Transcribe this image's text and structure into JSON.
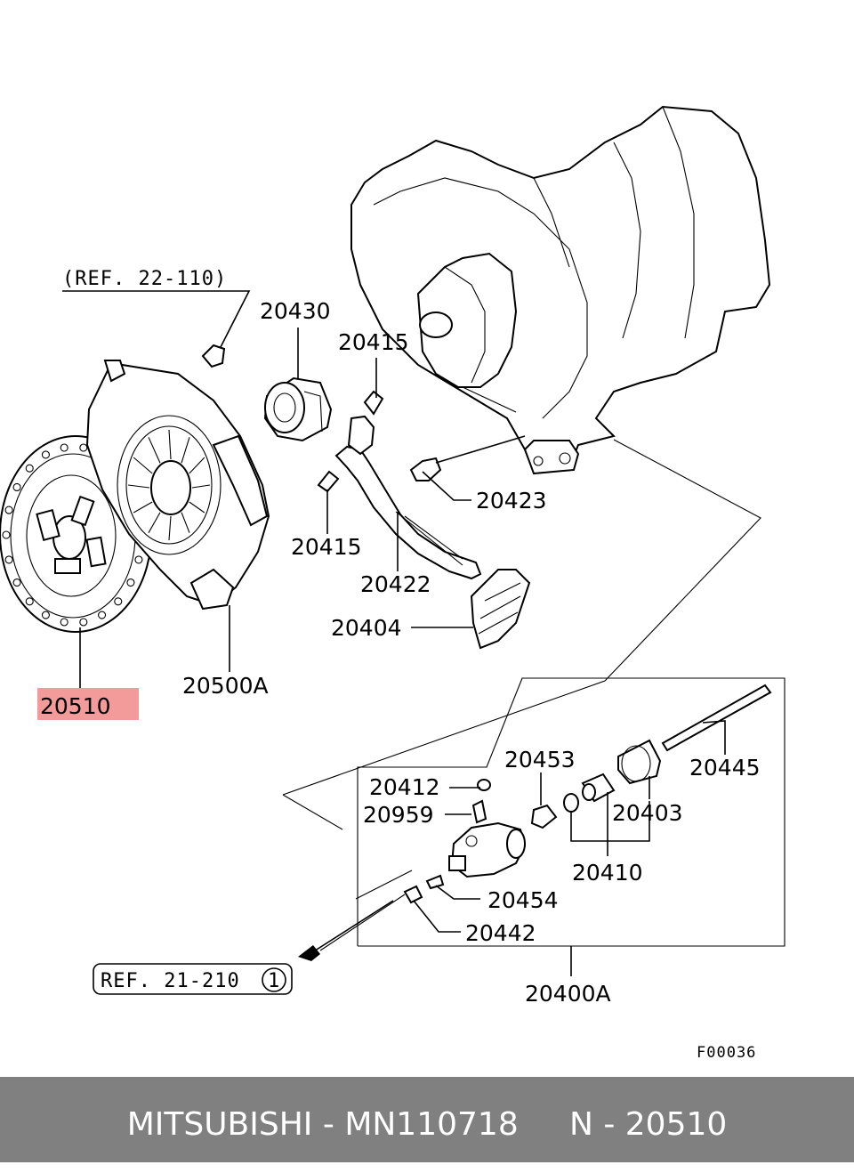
{
  "diagram": {
    "refs": {
      "ref_top": "(REF. 22-110)",
      "ref_bottom": "REF. 21-210",
      "ref_bottom_circle": "1"
    },
    "labels": {
      "p20430": "20430",
      "p20415a": "20415",
      "p20415b": "20415",
      "p20423": "20423",
      "p20422": "20422",
      "p20404": "20404",
      "p20500A": "20500A",
      "p20510": "20510",
      "p20453": "20453",
      "p20412": "20412",
      "p20959": "20959",
      "p20445": "20445",
      "p20403": "20403",
      "p20410": "20410",
      "p20454": "20454",
      "p20442": "20442",
      "p20400A": "20400A"
    },
    "highlight_color": "#f39b9b",
    "figure_code": "F00036"
  },
  "footer": {
    "brand": "MITSUBISHI",
    "separator": " - ",
    "part_number": "MN110718",
    "gap": "     ",
    "ref_prefix": "N - ",
    "ref_number": "20510"
  }
}
